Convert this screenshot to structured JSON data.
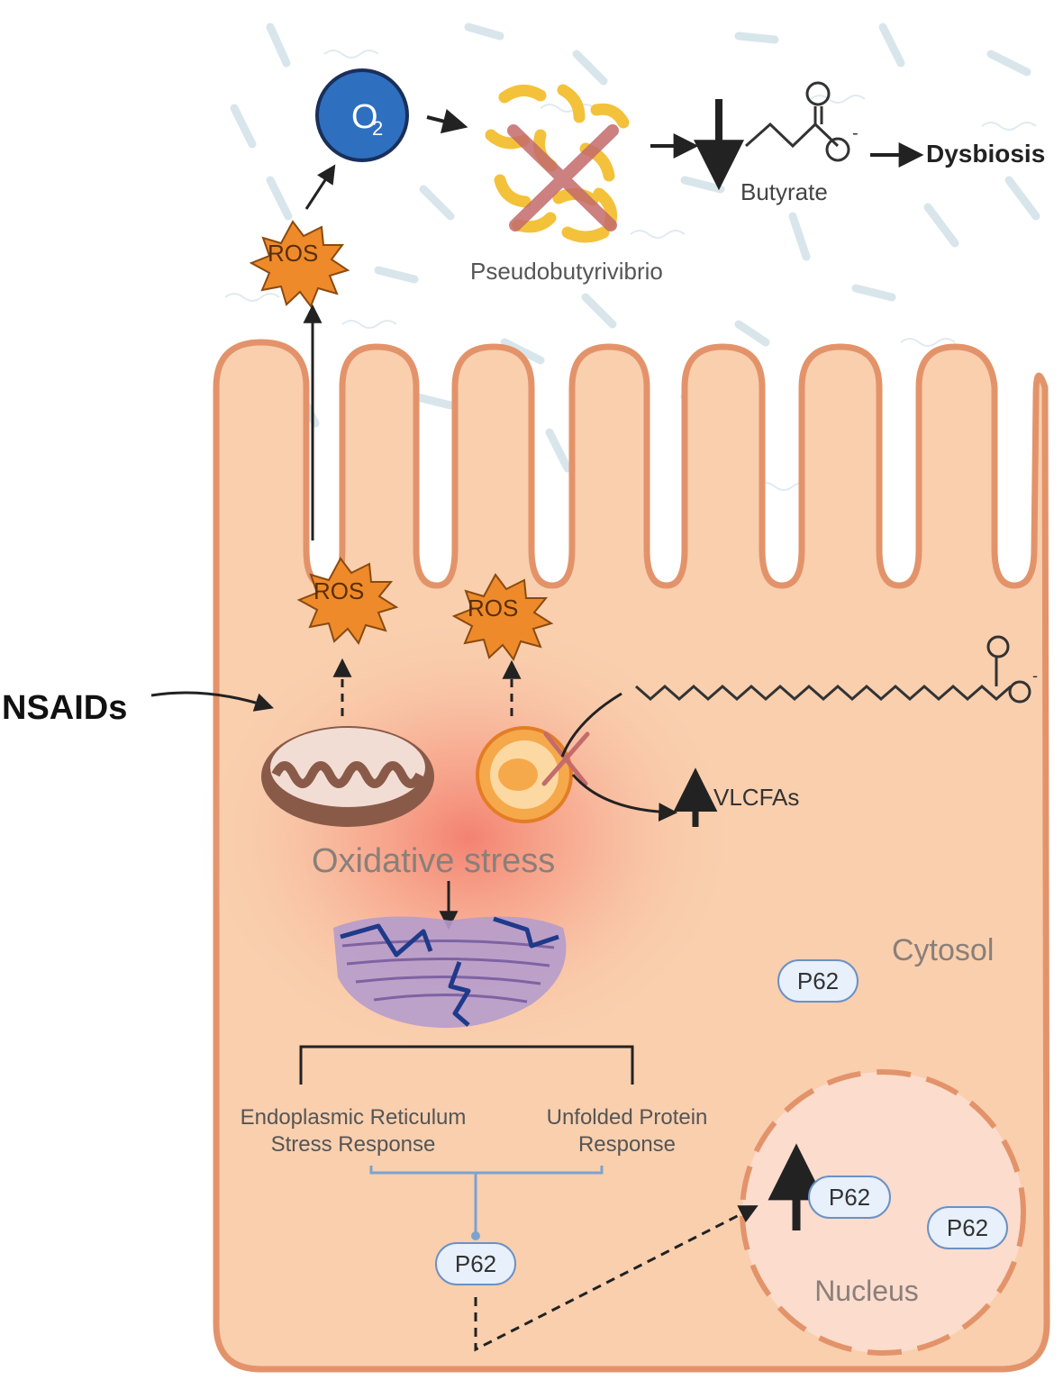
{
  "labels": {
    "o2": "O",
    "o2_sub": "2",
    "ros": "ROS",
    "pseudobutyrivibrio": "Pseudobutyrivibrio",
    "butyrate": "Butyrate",
    "butyrate_charge": "-",
    "dysbiosis": "Dysbiosis",
    "nsaids": "NSAIDs",
    "vlcfas": "VLCFAs",
    "vlcfa_charge": "-",
    "oxidative_stress": "Oxidative stress",
    "cytosol": "Cytosol",
    "er_stress_line1": "Endoplasmic Reticulum",
    "er_stress_line2": "Stress Response",
    "upr_line1": "Unfolded Protein",
    "upr_line2": "Response",
    "p62": "P62",
    "nucleus": "Nucleus"
  },
  "colors": {
    "cell_fill": "#f9cfae",
    "cell_stroke": "#e3936a",
    "ros_fill": "#ee8a2a",
    "o2_fill": "#2e6fbf",
    "p62_fill": "#e7f0fb",
    "p62_stroke": "#6c91c4",
    "cross": "#c46b6b",
    "bacteria": "#f3c23a",
    "stress_glow": "#f27466"
  }
}
